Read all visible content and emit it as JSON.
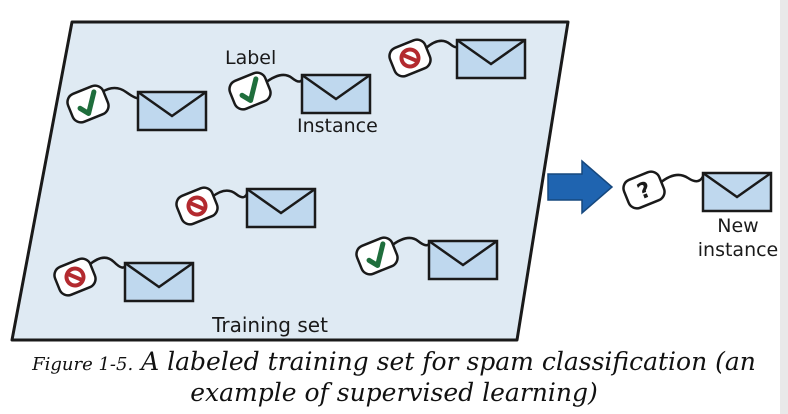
{
  "diagram": {
    "training_set_label": "Training set",
    "label_callout": "Label",
    "instance_callout": "Instance",
    "new_instance_line1": "New",
    "new_instance_line2": "instance",
    "unknown_tag": "?"
  },
  "caption": {
    "prefix": "Figure 1-5.",
    "line1": "A labeled training set for spam classification (an",
    "line2": "example of supervised learning)"
  },
  "colors": {
    "panel": "#dfeaf3",
    "envelope": "#bfd8ee",
    "check": "#1f6e3c",
    "spam_red": "#b32a2f",
    "arrow": "#1f64b0",
    "outline": "#1a1a1a"
  }
}
